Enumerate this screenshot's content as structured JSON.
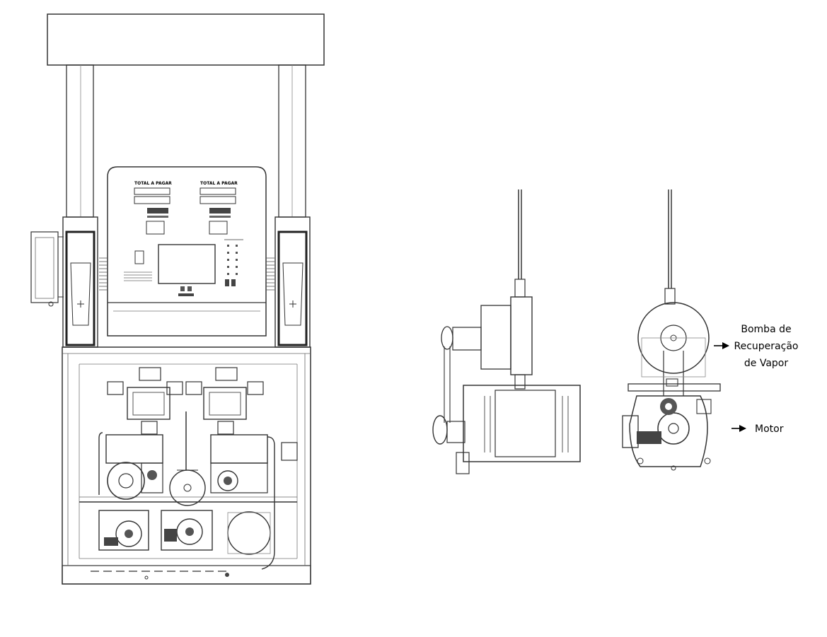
{
  "dispenser": {
    "display_left_label": "TOTAL A PAGAR",
    "display_right_label": "TOTAL A PAGAR"
  },
  "side_labels": {
    "vapor_pump_line1": "Bomba de",
    "vapor_pump_line2": "Recuperação",
    "vapor_pump_line3": "de Vapor",
    "motor": "Motor"
  }
}
